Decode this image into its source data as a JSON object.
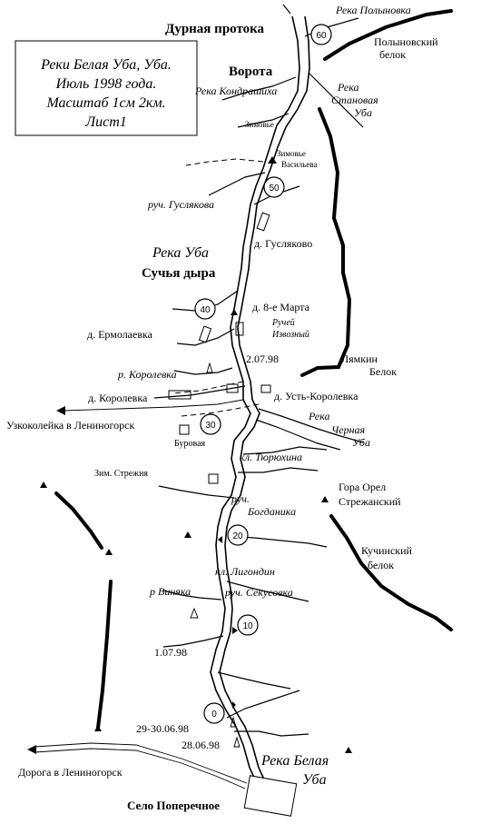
{
  "legend": {
    "line1": "Реки Белая Уба, Уба.",
    "line2": "Июль 1998 года.",
    "line3": "Масштаб 1см 2км.",
    "line4": "Лист1"
  },
  "labels": {
    "durnaya_protoka": "Дурная протока",
    "reka_polynovka": "Река Полыновка",
    "polynovsky_belok_1": "Полыновский",
    "polynovsky_belok_2": "белок",
    "vorota": "Ворота",
    "reka_kondrashikha": "Река Кондрашиха",
    "reka_stanovaya_1": "Река",
    "reka_stanovaya_2": "Становая",
    "reka_stanovaya_3": "Уба",
    "zimovye": "Зимовье",
    "zimovye_vasilyeva_1": "Зимовье",
    "zimovye_vasilyeva_2": "Васильева",
    "ruch_guslyakova": "руч. Гуслякова",
    "reka_uba": "Река Уба",
    "d_guslyakovo": "д. Гусляково",
    "suchya_dyra": "Сучья дыра",
    "d_8_marta": "д. 8-е Марта",
    "ruchey_izvozny_1": "Ручей",
    "ruchey_izvozny_2": "Извозный",
    "d_ermolaevka": "д. Ермолаевка",
    "date_2_07": "2.07.98",
    "lyamkin_belok_1": "Лямкин",
    "lyamkin_belok_2": "Белок",
    "r_korolevka": "р. Королевка",
    "d_korolevka": "д. Королевка",
    "d_ust_korolevka": "д. Усть-Королевка",
    "uzkokoleyka": "Узкоколейка в Лениногорск",
    "reka_chernaya_1": "Река",
    "reka_chernaya_2": "Черная",
    "reka_chernaya_3": "Уба",
    "burovaya": "Буровая",
    "kl_tyuyukhina": "кл. Тюрюхина",
    "zim_strezhnya": "Зим. Стрежня",
    "gora_orel_1": "Гора Орел",
    "gora_orel_2": "Стрежанский",
    "ruch_bogdanika_1": "руч.",
    "ruch_bogdanika_2": "Богданика",
    "kuchinsky_belok_1": "Кучинский",
    "kuchinsky_belok_2": "белок",
    "kl_ligondin": "кл. Лигондин",
    "r_vinyaka": "р Виняка",
    "ruch_sekusovka": "руч. Секусовка",
    "date_1_07": "1.07.98",
    "date_29_30": "29-30.06.98",
    "date_28_06": "28.06.98",
    "reka_belaya_1": "Река Белая",
    "reka_belaya_2": "Уба",
    "doroga": "Дорога в Лениногорск",
    "selo_poperechnoe": "Село Поперечное"
  },
  "km_markers": [
    "60",
    "50",
    "40",
    "30",
    "20",
    "10",
    "0"
  ]
}
